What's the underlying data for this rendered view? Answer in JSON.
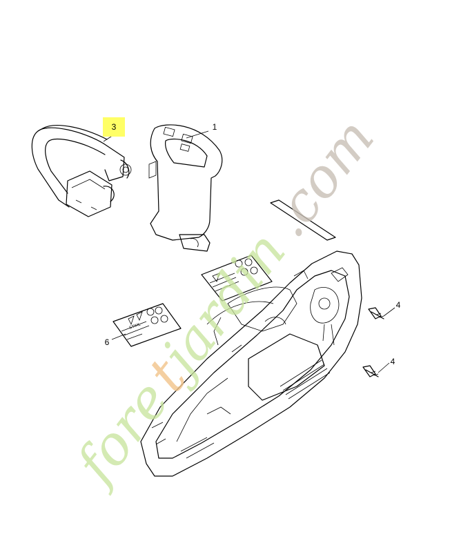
{
  "parts": [
    {
      "id": "part-1",
      "number": "1",
      "name": "handle-guard"
    },
    {
      "id": "part-3",
      "number": "3",
      "name": "front-handle",
      "highlight": "#ffff66"
    },
    {
      "id": "part-4a",
      "number": "4",
      "name": "screw-upper"
    },
    {
      "id": "part-4b",
      "number": "4",
      "name": "screw-lower"
    },
    {
      "id": "part-6",
      "number": "6",
      "name": "warning-label"
    }
  ],
  "label_texts": {
    "sticker_brand": "STIHL"
  },
  "watermark": {
    "green": "fore",
    "orange": "t",
    "green2": "jardin",
    "gray": ".com",
    "colors": {
      "green": "#c6e39a",
      "orange": "#f2c48a",
      "gray": "#c9c0b6"
    }
  }
}
